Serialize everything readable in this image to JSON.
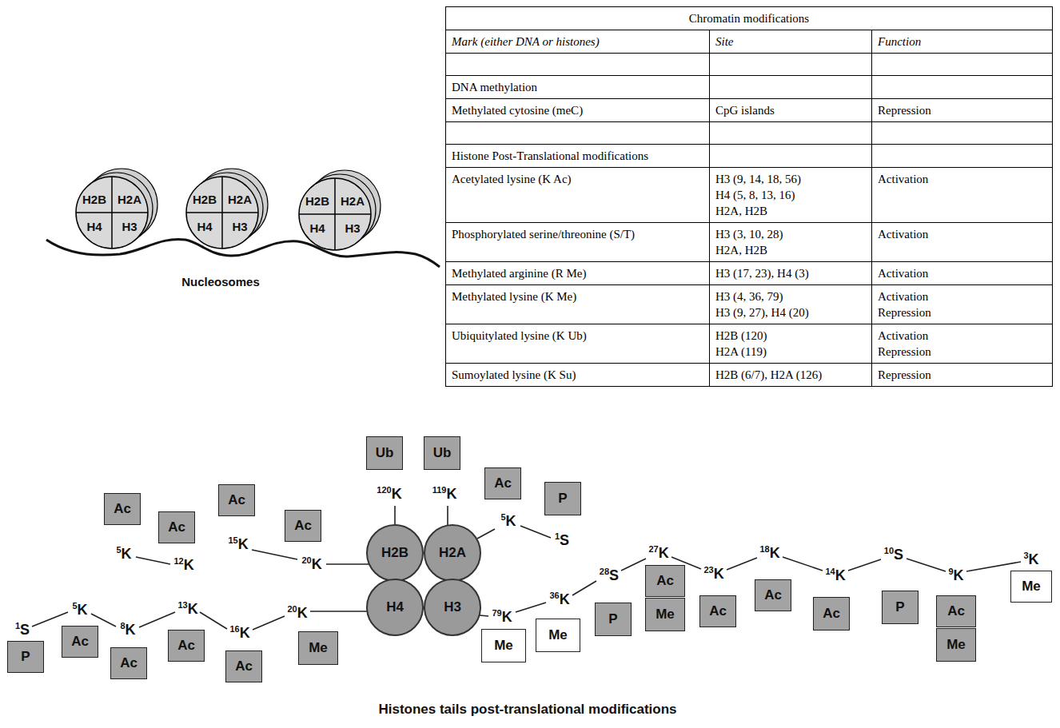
{
  "diagram": {
    "caption": "Histones tails post-translational modifications",
    "nodes": [
      {
        "text": [
          "H2B",
          "H2A",
          "H4",
          "H3"
        ]
      },
      {
        "text": [
          "H2B",
          "H2A",
          "H4",
          "H3"
        ]
      },
      {
        "text": [
          "H2B",
          "H2A",
          "H4",
          "H3"
        ]
      },
      {
        "text": [
          "Ub"
        ]
      },
      {
        "text": [
          "Ub"
        ]
      },
      {
        "text": [
          "Ac"
        ]
      },
      {
        "text": [
          "P"
        ]
      },
      {
        "text": [
          "Ac"
        ]
      },
      {
        "text": [
          "Ac"
        ]
      },
      {
        "text": [
          "Ac"
        ]
      },
      {
        "text": [
          "Ac"
        ]
      },
      {
        "text": [
          "H2B"
        ]
      },
      {
        "text": [
          "H2A"
        ]
      },
      {
        "text": [
          "H4"
        ]
      },
      {
        "text": [
          "H3"
        ]
      },
      {
        "text": [
          "P"
        ]
      },
      {
        "text": [
          "Ac"
        ]
      },
      {
        "text": [
          "Ac"
        ]
      },
      {
        "text": [
          "Ac"
        ]
      },
      {
        "text": [
          "Ac"
        ]
      },
      {
        "text": [
          "Me"
        ]
      },
      {
        "text": [
          "Me"
        ]
      },
      {
        "text": [
          "Me"
        ]
      },
      {
        "text": [
          "P"
        ]
      },
      {
        "text": [
          "Ac"
        ]
      },
      {
        "text": [
          "Me"
        ]
      },
      {
        "text": [
          "Ac"
        ]
      },
      {
        "text": [
          "Ac"
        ]
      },
      {
        "text": [
          "Ac"
        ]
      },
      {
        "text": [
          "P"
        ]
      },
      {
        "text": [
          "Ac"
        ]
      },
      {
        "text": [
          "Me"
        ]
      },
      {
        "text": [
          "Me"
        ]
      }
    ],
    "labels": [
      "Chromatin modifications",
      "Mark (either DNA or histones)",
      "Site",
      "Function",
      "DNA methylation",
      "Methylated cytosine (meC)",
      "CpG islands",
      "Repression",
      "Histone Post-Translational modifications",
      "Acetylated lysine (K Ac)",
      "H3 (9, 14, 18, 56)",
      "H4 (5, 8, 13, 16)",
      "H2A, H2B",
      "Activation",
      "Phosphorylated serine/threonine (S/T)",
      "H3 (3, 10, 28)",
      "H2A, H2B",
      "Activation",
      "Methylated arginine (R Me)",
      "H3 (17, 23), H4 (3)",
      "Activation",
      "Methylated lysine (K Me)",
      "H3 (4, 36, 79)",
      "H3 (9, 27), H4 (20)",
      "Activation",
      "Repression",
      "Ubiquitylated lysine (K Ub)",
      "H2B (120)",
      "H2A (119)",
      "Activation",
      "Repression",
      "Sumoylated lysine (K Su)",
      "H2B (6/7), H2A (126)",
      "Repression",
      "Nucleosomes",
      "120",
      "K",
      "119",
      "K",
      "5",
      "K",
      "1",
      "S",
      "5",
      "K",
      "12",
      "K",
      "15",
      "K",
      "20",
      "K",
      "1",
      "S",
      "5",
      "K",
      "8",
      "K",
      "13",
      "K",
      "16",
      "K",
      "20",
      "K",
      "79",
      "K",
      "36",
      "K",
      "28",
      "S",
      "27",
      "K",
      "23",
      "K",
      "18",
      "K",
      "14",
      "K",
      "10",
      "S",
      "9",
      "K",
      "3",
      "K"
    ]
  }
}
